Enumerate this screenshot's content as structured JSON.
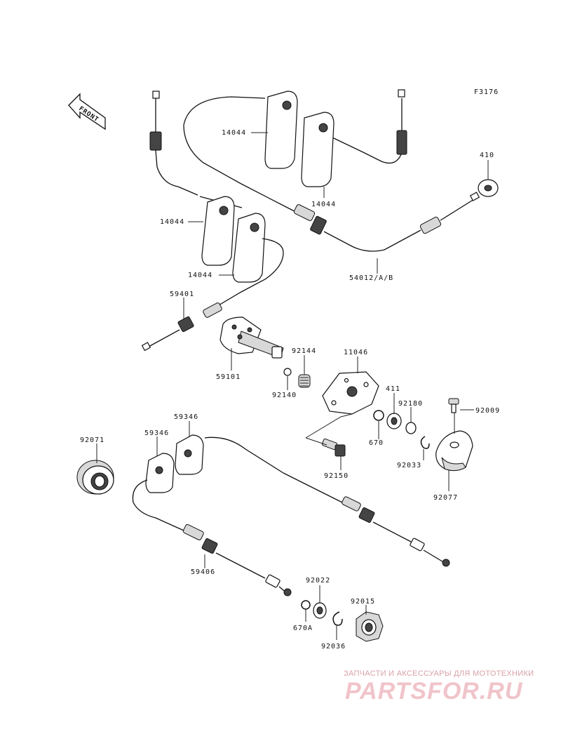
{
  "figure_code": "F3176",
  "front_label": "FRONT",
  "labels": {
    "p14044_a": "14044",
    "p14044_b": "14044",
    "p14044_c": "14044",
    "p14044_d": "14044",
    "p410": "410",
    "p54012": "54012/A/B",
    "p59401": "59401",
    "p59101": "59101",
    "p92144": "92144",
    "p92140": "92140",
    "p11046": "11046",
    "p411": "411",
    "p92180": "92180",
    "p92009": "92009",
    "p670": "670",
    "p92033": "92033",
    "p92077": "92077",
    "p92150": "92150",
    "p92071": "92071",
    "p59346_a": "59346",
    "p59346_b": "59346",
    "p59406": "59406",
    "p92022": "92022",
    "p670A": "670A",
    "p92036": "92036",
    "p92015": "92015"
  },
  "watermark": {
    "tagline": "ЗАПЧАСТИ И АКСЕССУАРЫ ДЛЯ МОТОТЕХНИКИ",
    "logo": "PARTSFOR.RU"
  }
}
